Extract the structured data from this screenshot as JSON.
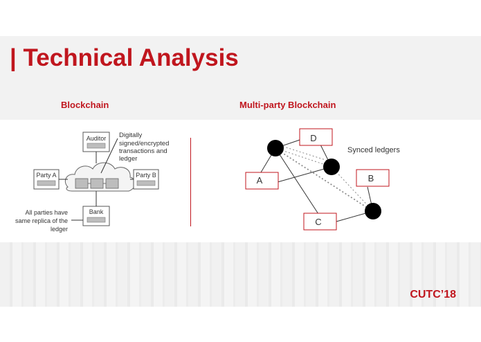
{
  "slide": {
    "title": "| Technical Analysis",
    "left_heading": "Blockchain",
    "right_heading": "Multi-party Blockchain",
    "brand": "CUTC’18"
  },
  "left_diagram": {
    "auditor": "Auditor",
    "party_a": "Party A",
    "party_b": "Party B",
    "bank": "Bank",
    "note_lines": [
      "Digitally",
      "signed/encrypted",
      "transactions and",
      "ledger"
    ],
    "replica_lines": [
      "All parties have",
      "same replica of the",
      "ledger"
    ]
  },
  "right_diagram": {
    "node_d": "D",
    "node_a": "A",
    "node_b": "B",
    "node_c": "C",
    "synced_label": "Synced ledgers"
  },
  "colors": {
    "accent": "#c0161e"
  }
}
